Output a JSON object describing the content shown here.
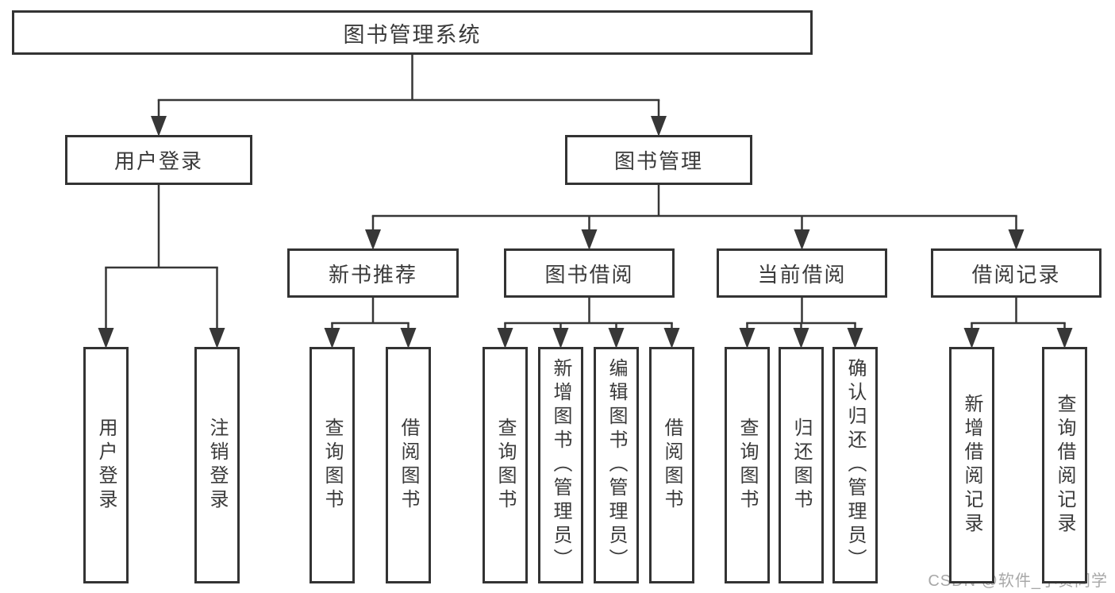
{
  "diagram": {
    "watermark": "CSDN @软件_小贺同学",
    "colors": {
      "line": "#373737",
      "box_border": "#333333",
      "text": "#3a3a3a",
      "watermark": "#a8a8a8",
      "background": "#ffffff"
    },
    "tree": {
      "id": "root",
      "label": "图书管理系统",
      "children": [
        {
          "id": "user-login",
          "label": "用户登录",
          "children": [
            {
              "id": "leaf-user-login",
              "label": "用户登录",
              "vertical": true
            },
            {
              "id": "leaf-logout",
              "label": "注销登录",
              "vertical": true
            }
          ]
        },
        {
          "id": "book-mgmt",
          "label": "图书管理",
          "children": [
            {
              "id": "new-book-rec",
              "label": "新书推荐",
              "children": [
                {
                  "id": "leaf-query-books-1",
                  "label": "查询图书",
                  "vertical": true
                },
                {
                  "id": "leaf-borrow-books-1",
                  "label": "借阅图书",
                  "vertical": true
                }
              ]
            },
            {
              "id": "book-borrow",
              "label": "图书借阅",
              "children": [
                {
                  "id": "leaf-query-books-2",
                  "label": "查询图书",
                  "vertical": true
                },
                {
                  "id": "leaf-add-book",
                  "label": "新增图书（管理员）",
                  "vertical": true
                },
                {
                  "id": "leaf-edit-book",
                  "label": "编辑图书（管理员）",
                  "vertical": true
                },
                {
                  "id": "leaf-borrow-books-2",
                  "label": "借阅图书",
                  "vertical": true
                }
              ]
            },
            {
              "id": "current-borrow",
              "label": "当前借阅",
              "children": [
                {
                  "id": "leaf-query-books-3",
                  "label": "查询图书",
                  "vertical": true
                },
                {
                  "id": "leaf-return-book",
                  "label": "归还图书",
                  "vertical": true
                },
                {
                  "id": "leaf-confirm-return",
                  "label": "确认归还（管理员）",
                  "vertical": true
                }
              ]
            },
            {
              "id": "borrow-records",
              "label": "借阅记录",
              "children": [
                {
                  "id": "leaf-add-record",
                  "label": "新增借阅记录",
                  "vertical": true
                },
                {
                  "id": "leaf-query-record",
                  "label": "查询借阅记录",
                  "vertical": true
                }
              ]
            }
          ]
        }
      ]
    }
  }
}
